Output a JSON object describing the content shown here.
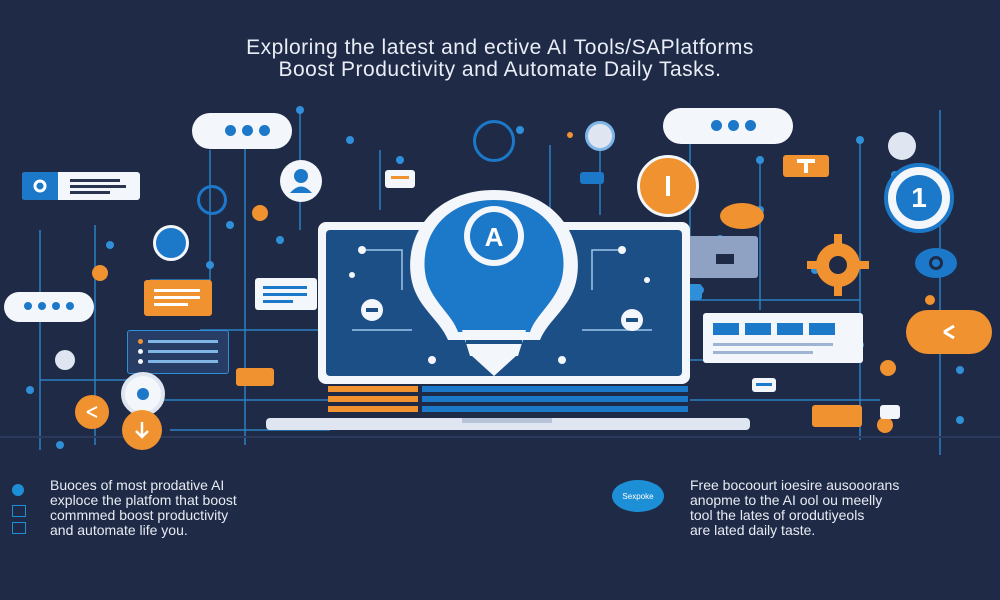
{
  "header": {
    "title_line1": "Exploring the latest and ective AI Tools/SAPlatforms",
    "title_line2": "Boost Productivity and Automate Daily Tasks."
  },
  "illustration": {
    "bulb_letter": "A",
    "number_badge": "1",
    "small_tag": "···"
  },
  "bottom_left": {
    "text": "Buoces of most prodative AI\nexploce the platfom that boost\ncommmed boost productivity\nand automate life you."
  },
  "bottom_right": {
    "badge_label": "Sexpoke",
    "text": "Free bocoourt ioesire ausooorans\nanopme to the AI ool ou meelly\ntool the lates of orodutiyeols\nare lated daily taste."
  },
  "colors": {
    "background": "#1f2a47",
    "accent_blue": "#1c78c8",
    "accent_orange": "#f0922f",
    "light": "#f3f6fb"
  }
}
